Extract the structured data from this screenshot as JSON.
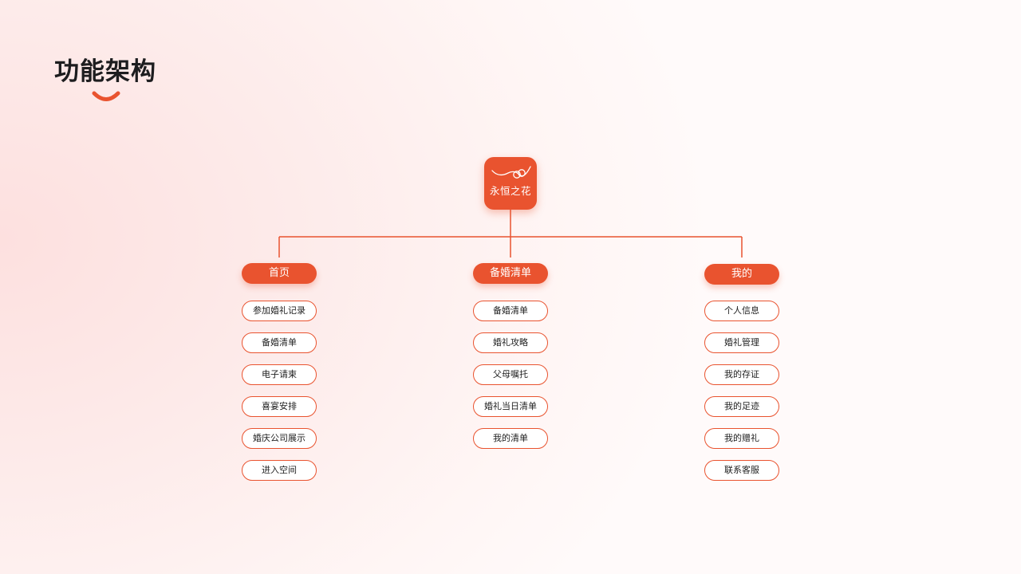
{
  "title": "功能架构",
  "colors": {
    "accent": "#e9532f",
    "text": "#1d1d1f",
    "item_text": "#222222"
  },
  "root": {
    "logo_text": "永恒之花",
    "icon": "rings-icon"
  },
  "columns": [
    {
      "label": "首页",
      "items": [
        "参加婚礼记录",
        "备婚清单",
        "电子请柬",
        "喜宴安排",
        "婚庆公司展示",
        "进入空间"
      ]
    },
    {
      "label": "备婚清单",
      "items": [
        "备婚清单",
        "婚礼攻略",
        "父母嘱托",
        "婚礼当日清单",
        "我的清单"
      ]
    },
    {
      "label": "我的",
      "items": [
        "个人信息",
        "婚礼管理",
        "我的存证",
        "我的足迹",
        "我的赠礼",
        "联系客服"
      ]
    }
  ]
}
